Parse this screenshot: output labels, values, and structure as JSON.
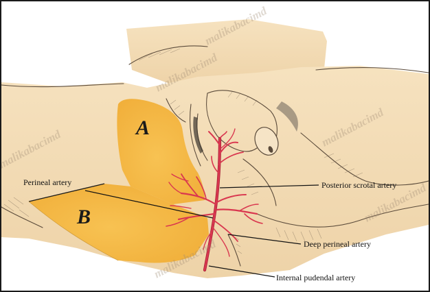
{
  "colors": {
    "skin": "#f3dcb6",
    "skin_shadow": "#e5c89d",
    "flap": "#f5b63c",
    "artery": "#d9374f",
    "artery_dark": "#a81f36",
    "background": "#ffffff"
  },
  "flaps": {
    "a_label": "A",
    "b_label": "B"
  },
  "labels": {
    "perineal_artery": "Perineal artery",
    "posterior_scrotal_artery": "Posterior scrotal artery",
    "deep_perineal_artery": "Deep perineal artery",
    "internal_pudendal_artery": "Internal pudendal artery"
  },
  "watermark": {
    "text": "malikabacimd"
  }
}
